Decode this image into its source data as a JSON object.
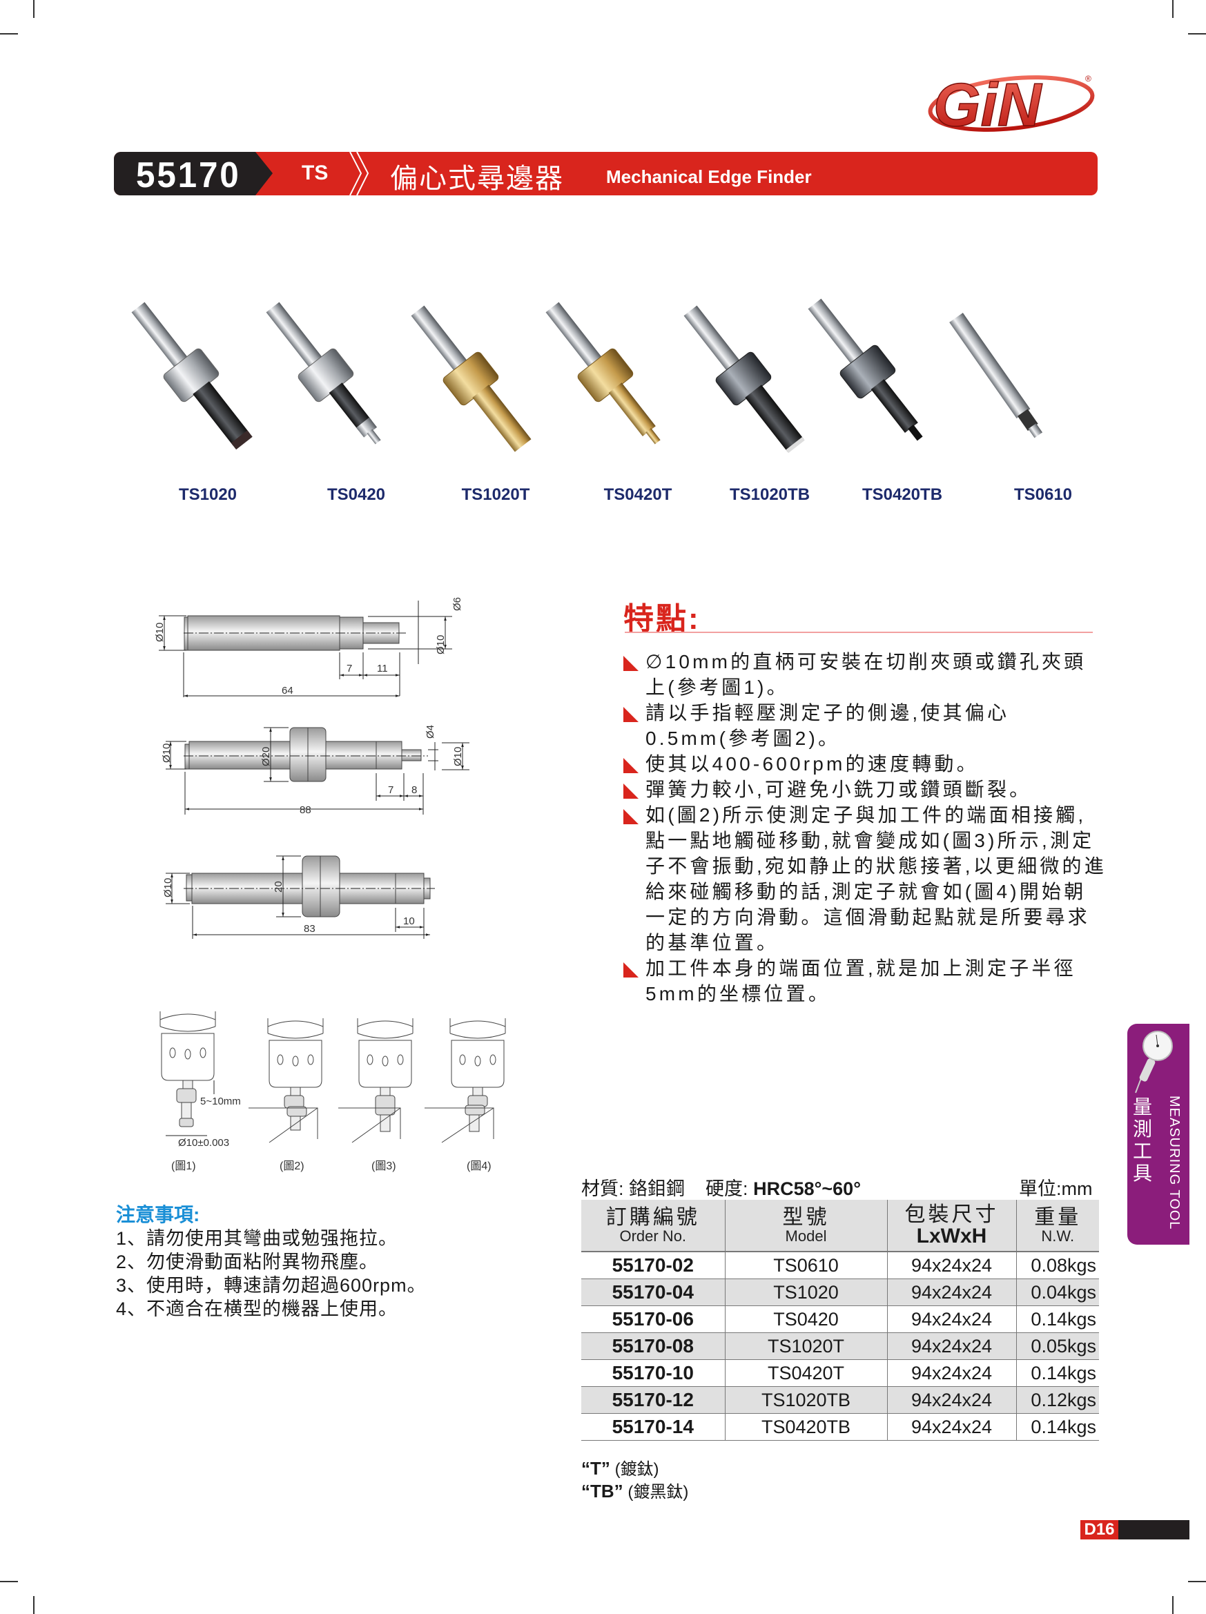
{
  "header": {
    "code": "55170",
    "series": "TS",
    "title_cn": "偏心式尋邊器",
    "title_en": "Mechanical Edge Finder",
    "brand": "GIN",
    "accent_color": "#d9251d"
  },
  "products": [
    {
      "model": "TS1020",
      "finish": "silver"
    },
    {
      "model": "TS0420",
      "finish": "silver"
    },
    {
      "model": "TS1020T",
      "finish": "gold"
    },
    {
      "model": "TS0420T",
      "finish": "gold"
    },
    {
      "model": "TS1020TB",
      "finish": "black"
    },
    {
      "model": "TS0420TB",
      "finish": "black"
    },
    {
      "model": "TS0610",
      "finish": "silver"
    }
  ],
  "drawings": {
    "d1": {
      "dia_left": "Ø10",
      "dia_tip": "Ø6",
      "dia_right": "Ø10",
      "len_a": "7",
      "len_b": "11",
      "total": "64"
    },
    "d2": {
      "dia_left": "Ø10",
      "dia_mid": "Ø20",
      "dia_tip": "Ø4",
      "dia_right": "Ø10",
      "len_a": "7",
      "len_b": "8",
      "total": "88"
    },
    "d3": {
      "dia_left": "Ø10",
      "dia_mid": "20",
      "len_a": "10",
      "total": "83"
    }
  },
  "usage_figures": {
    "gap": "5~10mm",
    "tolerance": "Ø10±0.003",
    "labels": [
      "(圖1)",
      "(圖2)",
      "(圖3)",
      "(圖4)"
    ]
  },
  "features": {
    "title": "特點:",
    "items": [
      "∅10mm的直柄可安裝在切削夾頭或鑽孔夾頭上(參考圖1)。",
      "請以手指輕壓測定子的側邊,使其偏心0.5mm(參考圖2)。",
      "使其以400-600rpm的速度轉動。",
      "彈簧力較小,可避免小銑刀或鑽頭斷裂。",
      "如(圖2)所示使測定子與加工件的端面相接觸,點一點地觸碰移動,就會變成如(圖3)所示,測定子不會振動,宛如静止的狀態接著,以更細微的進給來碰觸移動的話,測定子就會如(圖4)開始朝一定的方向滑動。這個滑動起點就是所要尋求的基準位置。",
      "加工件本身的端面位置,就是加上測定子半徑5mm的坐標位置。"
    ]
  },
  "notes": {
    "title": "注意事項:",
    "items": [
      "1、請勿使用其彎曲或勉强拖拉。",
      "2、勿使滑動面粘附異物飛塵。",
      "3、使用時，轉速請勿超過600rpm。",
      "4、不適合在横型的機器上使用。"
    ]
  },
  "spec": {
    "material_label": "材質:",
    "material": "鉻鉬鋼",
    "hardness_label": "硬度:",
    "hardness": "HRC58°~60°",
    "unit": "單位:mm"
  },
  "table": {
    "headers": [
      {
        "cn": "訂購編號",
        "en": "Order No."
      },
      {
        "cn": "型號",
        "en": "Model"
      },
      {
        "cn": "包裝尺寸",
        "en": "LxWxH"
      },
      {
        "cn": "重量",
        "en": "N.W."
      }
    ],
    "rows": [
      [
        "55170-02",
        "TS0610",
        "94x24x24",
        "0.08kgs"
      ],
      [
        "55170-04",
        "TS1020",
        "94x24x24",
        "0.04kgs"
      ],
      [
        "55170-06",
        "TS0420",
        "94x24x24",
        "0.14kgs"
      ],
      [
        "55170-08",
        "TS1020T",
        "94x24x24",
        "0.05kgs"
      ],
      [
        "55170-10",
        "TS0420T",
        "94x24x24",
        "0.14kgs"
      ],
      [
        "55170-12",
        "TS1020TB",
        "94x24x24",
        "0.12kgs"
      ],
      [
        "55170-14",
        "TS0420TB",
        "94x24x24",
        "0.14kgs"
      ]
    ]
  },
  "footnotes": [
    {
      "code": "“T”",
      "desc": "(鍍鈦)"
    },
    {
      "code": "“TB”",
      "desc": "(鍍黑鈦)"
    }
  ],
  "side_tab": {
    "cn": "量測工具",
    "en": "MEASURING TOOL",
    "color": "#8b1d7b"
  },
  "page": {
    "number": "D16"
  }
}
